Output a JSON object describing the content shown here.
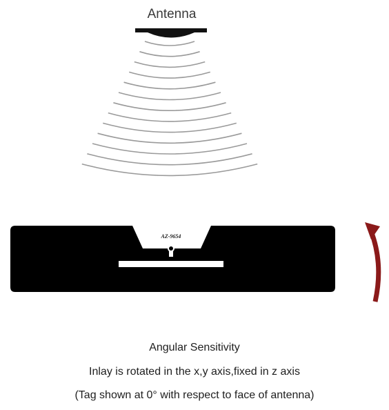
{
  "antenna": {
    "label": "Antenna",
    "wave_count": 13,
    "icon": "antenna-icon"
  },
  "tag": {
    "chip_label": "AZ-9654",
    "body_color": "#000000",
    "trace_color": "#ffffff"
  },
  "rotation": {
    "icon": "curved-arrow-icon",
    "color": "#8b1a1a"
  },
  "captions": {
    "title": "Angular Sensitivity",
    "line_2": "Inlay is rotated in the x,y axis,fixed in z axis",
    "line_3": "(Tag shown at 0° with respect to face of antenna)"
  }
}
